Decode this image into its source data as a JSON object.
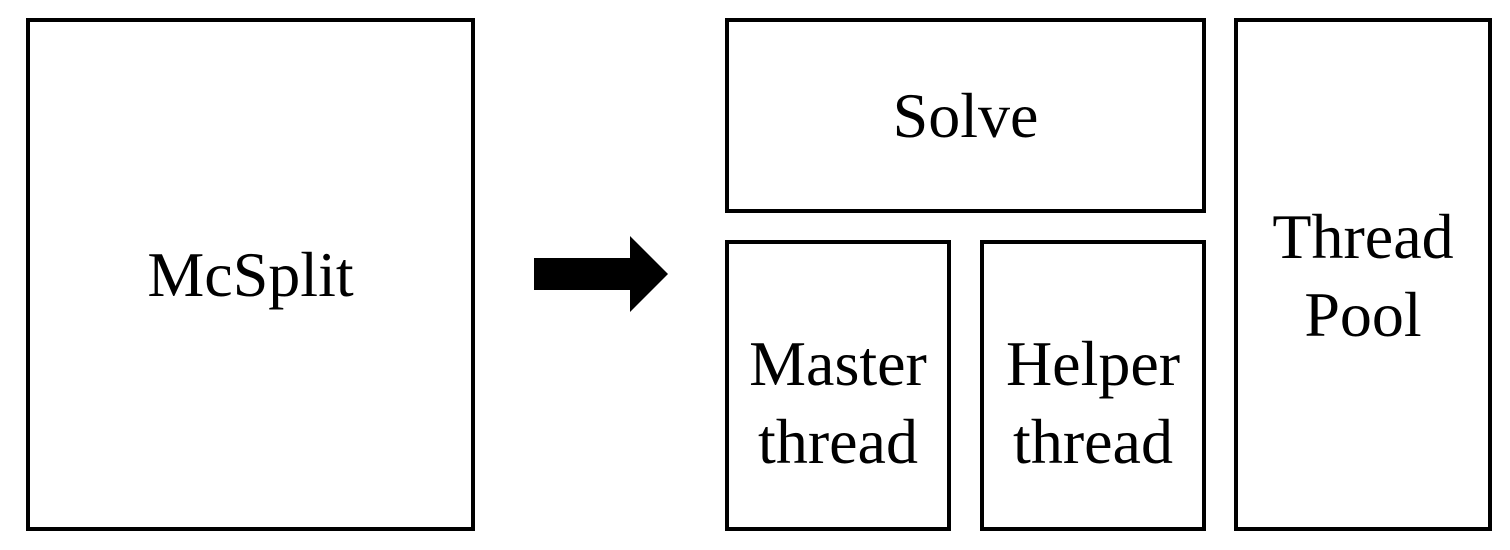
{
  "boxes": {
    "mcsplit": "McSplit",
    "solve": "Solve",
    "master_thread": "Master\nthread",
    "helper_thread": "Helper\nthread",
    "thread_pool": "Thread\nPool"
  },
  "colors": {
    "stroke": "#000000",
    "background": "#ffffff"
  }
}
